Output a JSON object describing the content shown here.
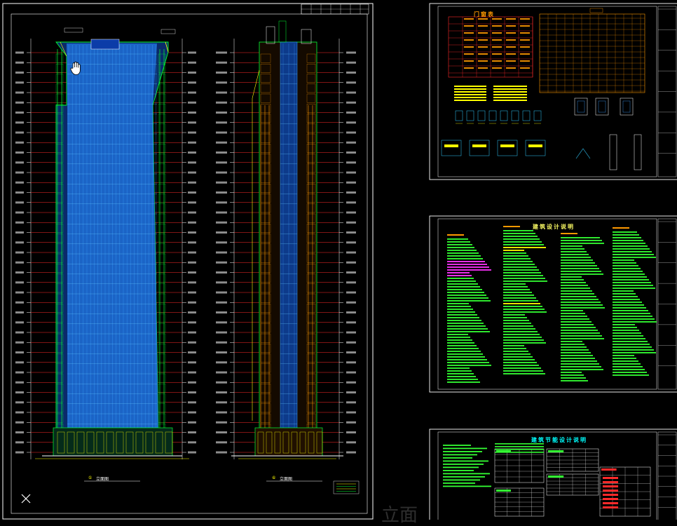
{
  "app": {
    "watermark": "立面",
    "cursor_icon": "hand-pan-icon",
    "crosshair_icon": "crosshair-icon"
  },
  "drawings": {
    "front_elevation_caption": "立面图",
    "side_elevation_caption": "立面图",
    "front_index": "①",
    "side_index": "⑥"
  },
  "sheets": {
    "door_window_title": "门窗表",
    "design_notes_title": "建筑设计说明",
    "energy_notes_title": "建筑节能设计说明"
  },
  "colors": {
    "background": "#000000",
    "frame": "#ffffff",
    "floor_line": "#ff2a2a",
    "glass_blue": "#1f6fd6",
    "frame_green": "#00ff33",
    "accent_yellow": "#ffff00",
    "text_green": "#33ff33",
    "magenta": "#ff33ff",
    "orange": "#ff9900"
  }
}
